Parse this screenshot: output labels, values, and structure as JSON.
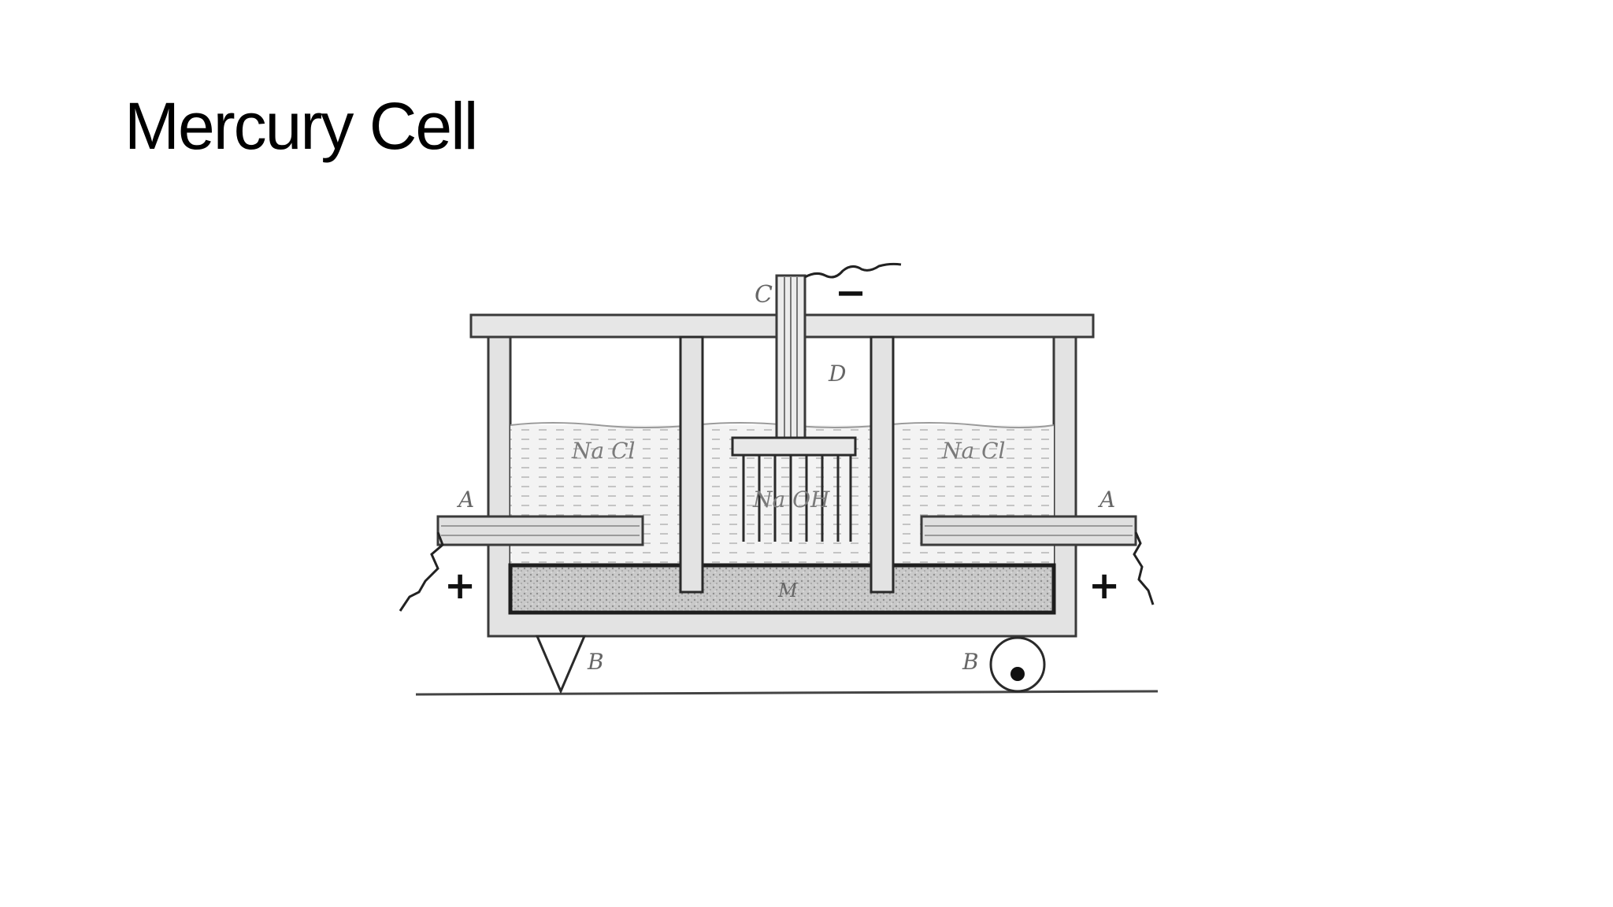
{
  "slide": {
    "title": "Mercury Cell"
  },
  "diagram": {
    "labels": {
      "cathode_rod": "C",
      "cathode_sign": "−",
      "center_compartment": "D",
      "electrolyte_left": "Na Cl",
      "electrolyte_right": "Na Cl",
      "product_center": "Na OH",
      "anode_left": "A",
      "anode_right": "A",
      "anode_left_sign": "+",
      "anode_right_sign": "+",
      "mercury_layer": "M",
      "pivot_support": "B",
      "roller_support": "B"
    },
    "colors": {
      "wall_fill": "#e3e3e3",
      "outline": "#3a3a3a",
      "brine": "#f0f0f0",
      "mercury": "#c4c4c4"
    }
  }
}
